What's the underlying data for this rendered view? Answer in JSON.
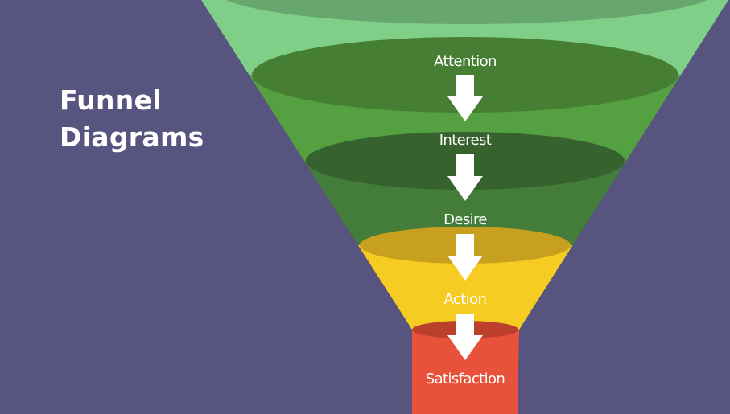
{
  "title": {
    "line1": "Funnel",
    "line2": "Diagrams"
  },
  "colors": {
    "background": "#57557f",
    "text": "#ffffff",
    "top_rim": "#67a66d",
    "top_band": "#80cf88",
    "attention_rim": "#467f33",
    "attention_band": "#55a040",
    "interest_rim": "#36622e",
    "interest_band": "#447d39",
    "desire_rim": "#c6a01e",
    "desire_band": "#f6cb22",
    "satisfaction_rim": "#bb402b",
    "satisfaction_body": "#e9523a",
    "arrow": "#ffffff"
  },
  "stages": [
    {
      "label": "Attention"
    },
    {
      "label": "Interest"
    },
    {
      "label": "Desire"
    },
    {
      "label": "Action"
    },
    {
      "label": "Satisfaction"
    }
  ]
}
